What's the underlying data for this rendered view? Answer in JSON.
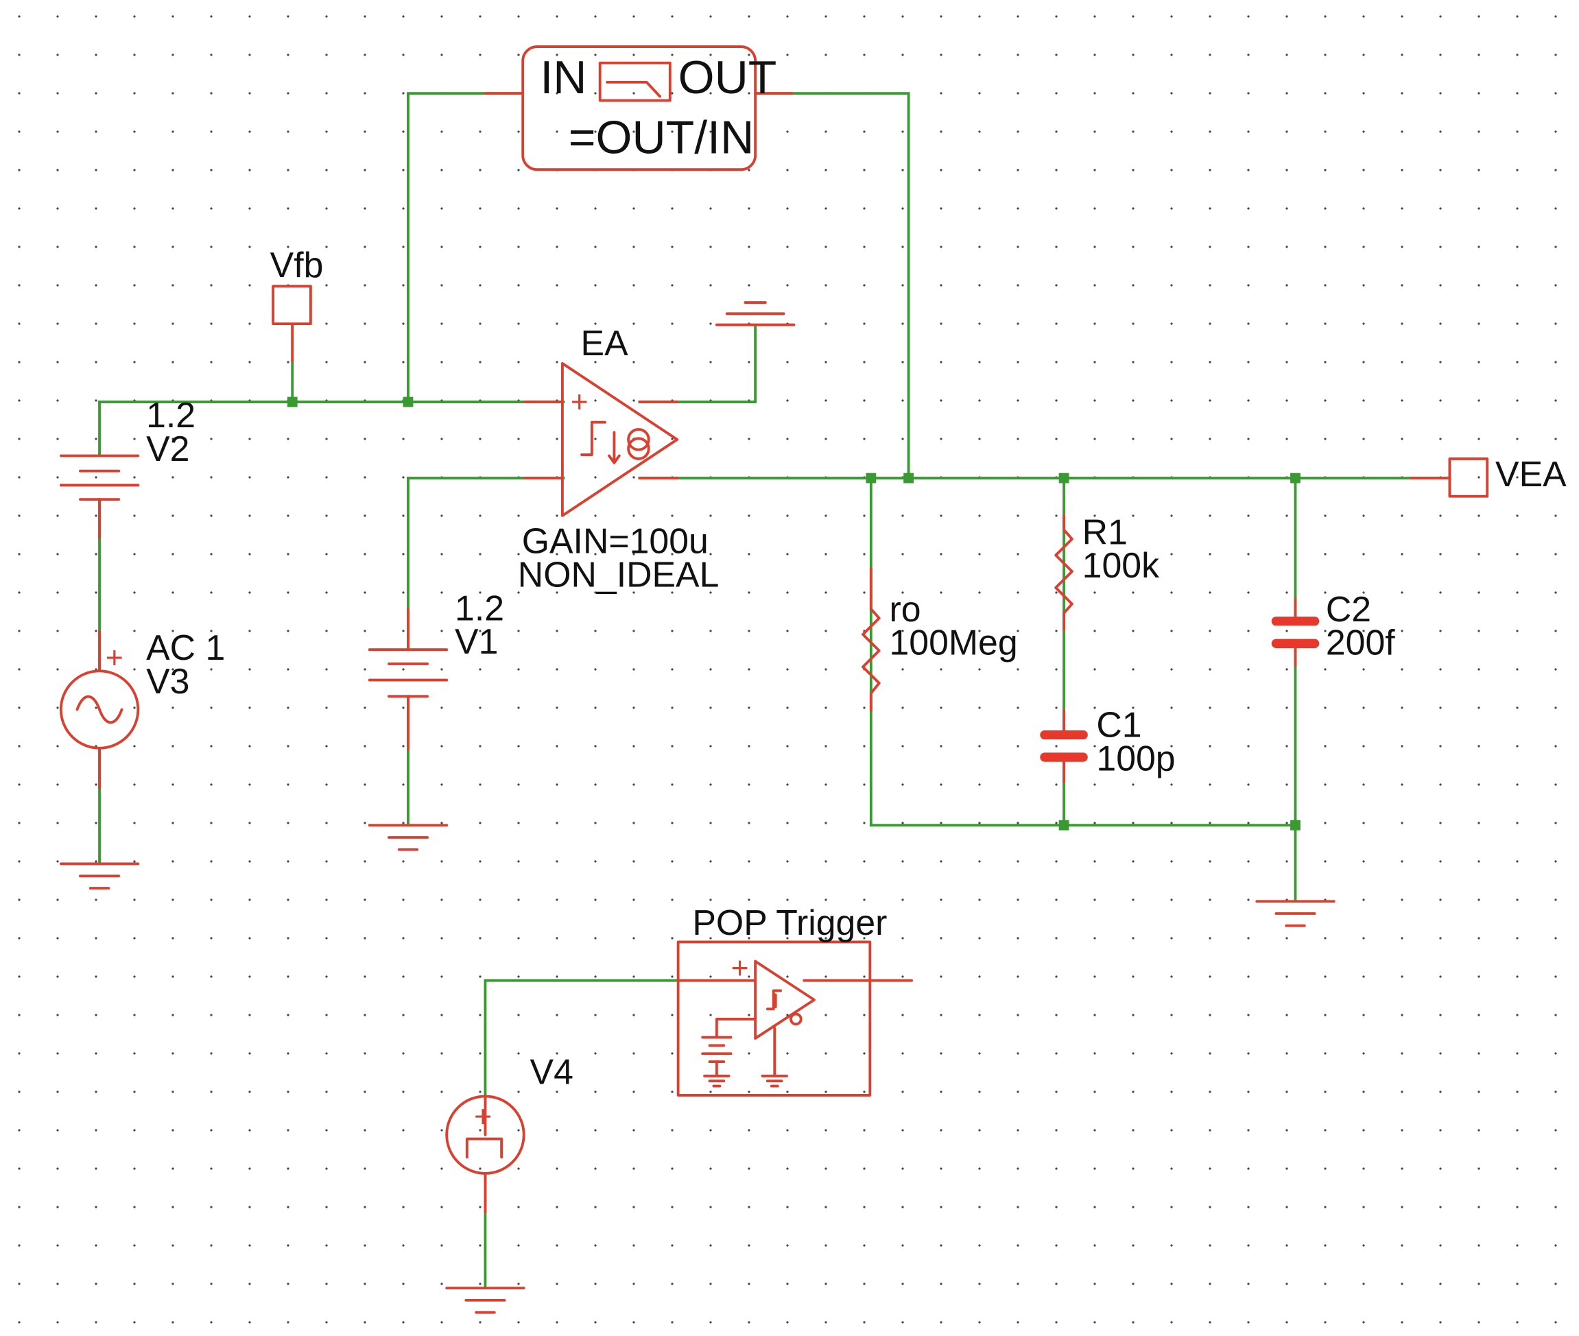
{
  "schematic": {
    "bode_probe": {
      "in_label": "IN",
      "out_label": "OUT",
      "formula": "=OUT/IN"
    },
    "vfb_port": {
      "label": "Vfb"
    },
    "vea_port": {
      "label": "VEA"
    },
    "ea": {
      "name": "EA",
      "gain": "GAIN=100u",
      "mode": "NON_IDEAL",
      "plus_sign": "+"
    },
    "v2": {
      "value": "1.2",
      "name": "V2"
    },
    "v1": {
      "value": "1.2",
      "name": "V1"
    },
    "v3": {
      "value": "AC 1",
      "name": "V3",
      "plus_sign": "+"
    },
    "v4": {
      "name": "V4",
      "plus_sign": "+"
    },
    "ro": {
      "name": "ro",
      "value": "100Meg"
    },
    "r1": {
      "name": "R1",
      "value": "100k"
    },
    "c1": {
      "name": "C1",
      "value": "100p"
    },
    "c2": {
      "name": "C2",
      "value": "200f"
    },
    "pop_trigger": {
      "label": "POP Trigger",
      "plus_sign": "+"
    }
  },
  "colors": {
    "wire": "#3a9a32",
    "component": "#d9402f",
    "capacitor": "#e6392b",
    "grid_dot": "#444444",
    "background": "#ffffff"
  }
}
